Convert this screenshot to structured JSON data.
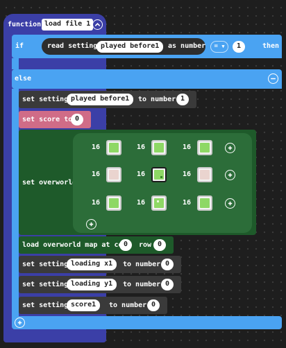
{
  "function_block": {
    "keyword": "function",
    "name": "load file 1",
    "collapse_icon": "chevron-up-icon",
    "color": "#3b3fa7"
  },
  "if_block": {
    "keyword": "if",
    "then_label": "then",
    "else_label": "else",
    "color": "#4aa3f2",
    "condition": {
      "prefix": "read setting",
      "key": "played before1",
      "suffix": "as number",
      "operator": "=",
      "value": "1"
    }
  },
  "set_setting_1": {
    "prefix": "set setting",
    "key": "played before1",
    "mid": "to number",
    "value": "1"
  },
  "set_score": {
    "label": "set score to",
    "value": "0",
    "color": "#d06c87"
  },
  "set_overworld": {
    "label": "set overworld",
    "color": "#1e5a2a",
    "rows": [
      {
        "cells": [
          {
            "num": "16",
            "tile": "grass"
          },
          {
            "num": "16",
            "tile": "grass"
          },
          {
            "num": "16",
            "tile": "grass"
          }
        ]
      },
      {
        "cells": [
          {
            "num": "16",
            "tile": "pink"
          },
          {
            "num": "16",
            "tile": "grass-dot"
          },
          {
            "num": "16",
            "tile": "pink"
          }
        ]
      },
      {
        "cells": [
          {
            "num": "16",
            "tile": "grass"
          },
          {
            "num": "16",
            "tile": "grass-spot"
          },
          {
            "num": "16",
            "tile": "grass"
          }
        ]
      }
    ]
  },
  "load_map": {
    "prefix": "load overworld map at col",
    "col": "0",
    "mid": "row",
    "row": "0"
  },
  "set_setting_2": {
    "prefix": "set setting",
    "key": "loading x1",
    "mid": "to number",
    "value": "0"
  },
  "set_setting_3": {
    "prefix": "set setting",
    "key": "loading y1",
    "mid": "to number",
    "value": "0"
  },
  "set_setting_4": {
    "prefix": "set setting",
    "key": "score1",
    "mid": "to number",
    "value": "0"
  },
  "tile_colors": {
    "grass": "#8ed865",
    "pink": "#ead4cf",
    "frame": "#c9c9c9"
  }
}
